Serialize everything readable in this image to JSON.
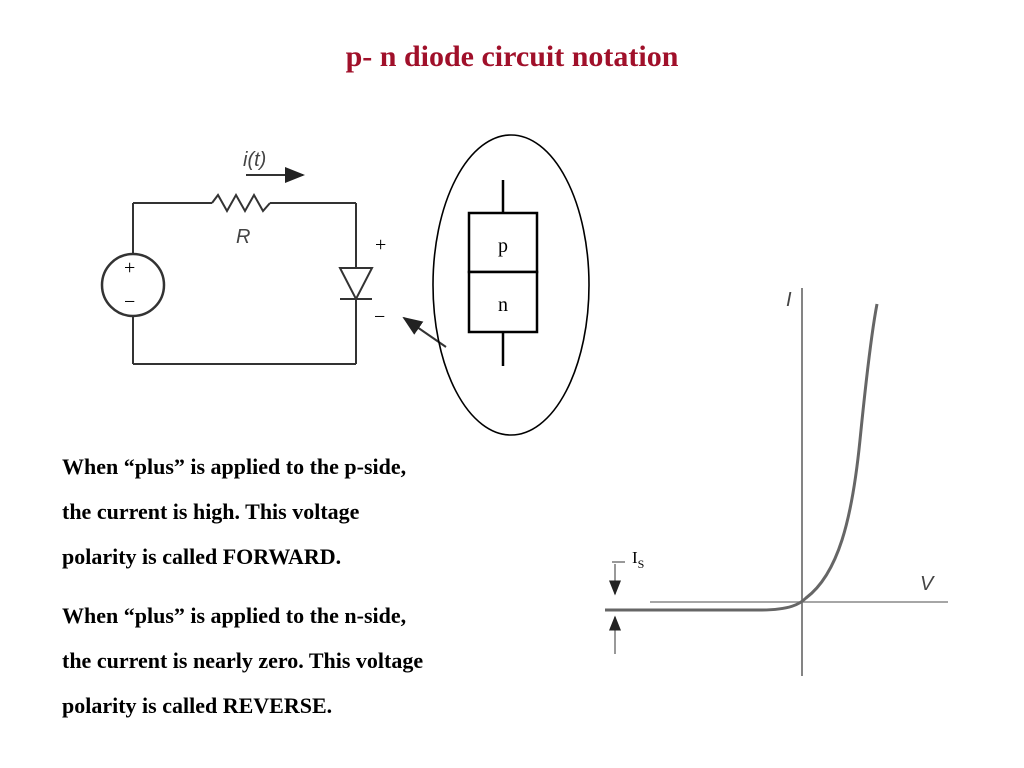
{
  "title": "p- n diode circuit notation",
  "circuit": {
    "current_label": "i(t)",
    "resistor_label": "R",
    "source_plus": "+",
    "source_minus": "−",
    "diode_plus": "+",
    "diode_minus": "−"
  },
  "junction": {
    "p_label": "p",
    "n_label": "n"
  },
  "iv_curve": {
    "y_axis_label": "I",
    "x_axis_label": "V",
    "saturation_label": "I",
    "saturation_subscript": "S"
  },
  "paragraphs": {
    "forward": [
      "When “plus” is applied to the p-side,",
      "the current is high. This voltage",
      "polarity is called FORWARD."
    ],
    "reverse": [
      "When “plus” is applied to the n-side,",
      "the current is nearly zero. This voltage",
      "polarity is called REVERSE."
    ]
  }
}
